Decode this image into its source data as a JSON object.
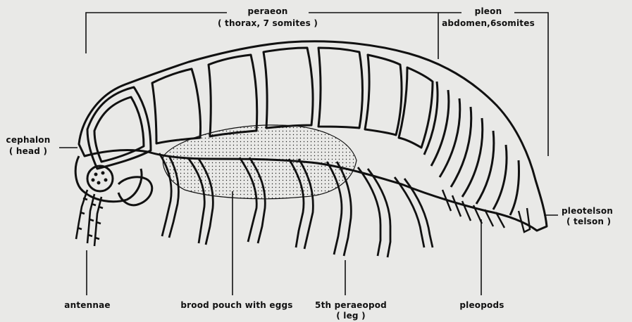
{
  "labels": {
    "peraeon": "peraeon",
    "peraeon_sub": "( thorax, 7 somites )",
    "pleon": "pleon",
    "pleon_sub": "abdomen,6somites",
    "cephalon": "cephalon",
    "cephalon_sub": "( head )",
    "pleotelson": "pleotelson",
    "pleotelson_sub": "( telson )",
    "antennae": "antennae",
    "brood_pouch": "brood pouch with eggs",
    "peraeopod": "5th peraeopod",
    "peraeopod_sub": "( leg )",
    "pleopods": "pleopods"
  },
  "colors": {
    "background": "#e9e9e7",
    "ink": "#111111"
  }
}
